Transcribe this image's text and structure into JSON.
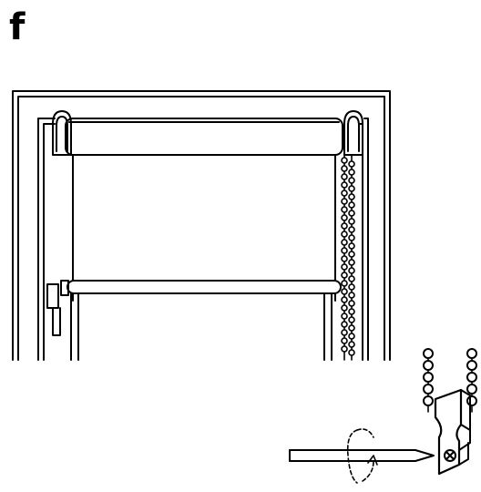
{
  "step": {
    "label": "f"
  },
  "colors": {
    "line": "#000000",
    "background": "#ffffff"
  },
  "figure": {
    "main": "roller-blind-installed-in-window-frame",
    "detail": "bead-chain-tensioner-fixed-with-screwdriver",
    "icons": [
      "roller-blind-icon",
      "bead-chain-icon",
      "screwdriver-icon",
      "chain-tensioner-icon",
      "rotation-arrow-icon"
    ]
  }
}
